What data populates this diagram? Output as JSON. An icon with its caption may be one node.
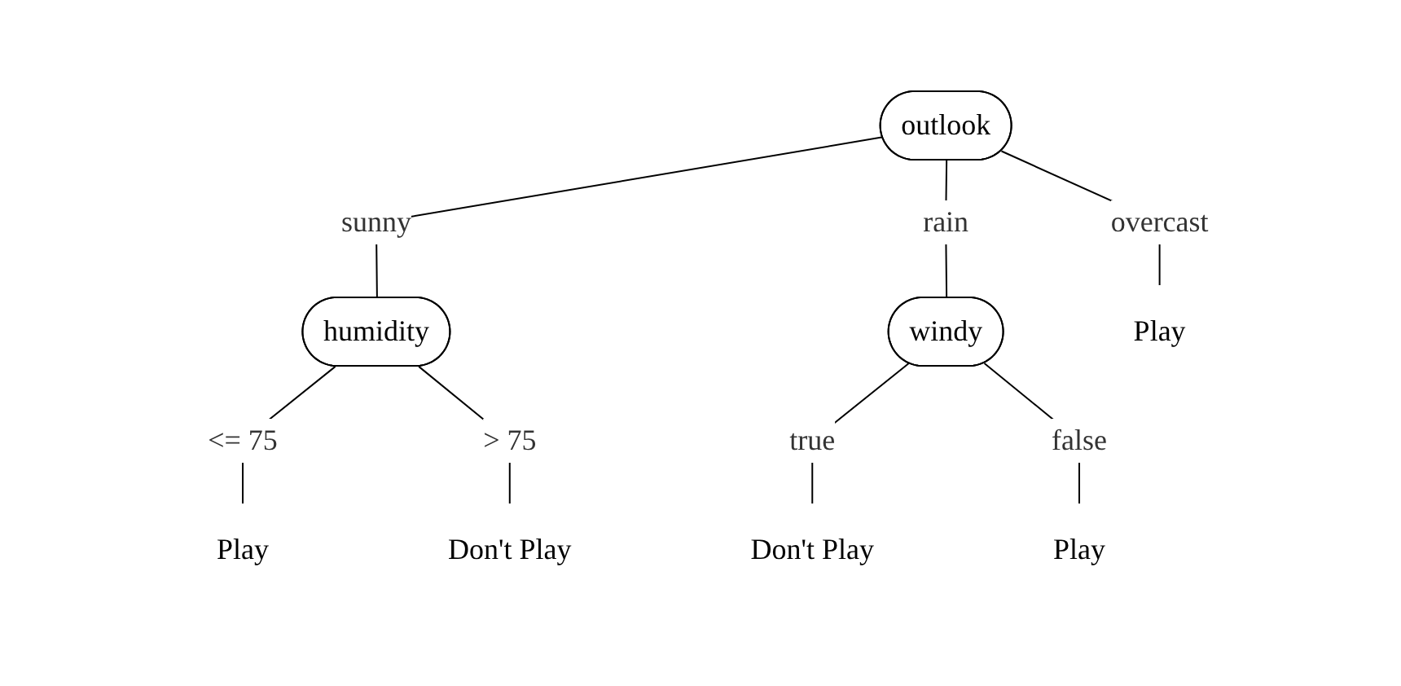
{
  "diagram": {
    "nodes": [
      {
        "text": [
          "outlook"
        ]
      },
      {
        "text": [
          "humidity"
        ]
      },
      {
        "text": [
          "windy"
        ]
      },
      {
        "text": [
          "Play"
        ]
      },
      {
        "text": [
          "Play"
        ]
      },
      {
        "text": [
          "Don't Play"
        ]
      },
      {
        "text": [
          "Don't Play"
        ]
      },
      {
        "text": [
          "Play"
        ]
      }
    ],
    "edges": [
      {
        "from": 0,
        "to": 1,
        "arrow": "none",
        "label": "sunny"
      },
      {
        "from": 0,
        "to": 2,
        "arrow": "none",
        "label": "rain"
      },
      {
        "from": 0,
        "to": 3,
        "arrow": "none",
        "label": "overcast"
      },
      {
        "from": 1,
        "to": 4,
        "arrow": "none",
        "label": "<= 75"
      },
      {
        "from": 1,
        "to": 5,
        "arrow": "none",
        "label": "> 75"
      },
      {
        "from": 2,
        "to": 6,
        "arrow": "none",
        "label": "true"
      },
      {
        "from": 2,
        "to": 7,
        "arrow": "none",
        "label": "false"
      }
    ]
  }
}
